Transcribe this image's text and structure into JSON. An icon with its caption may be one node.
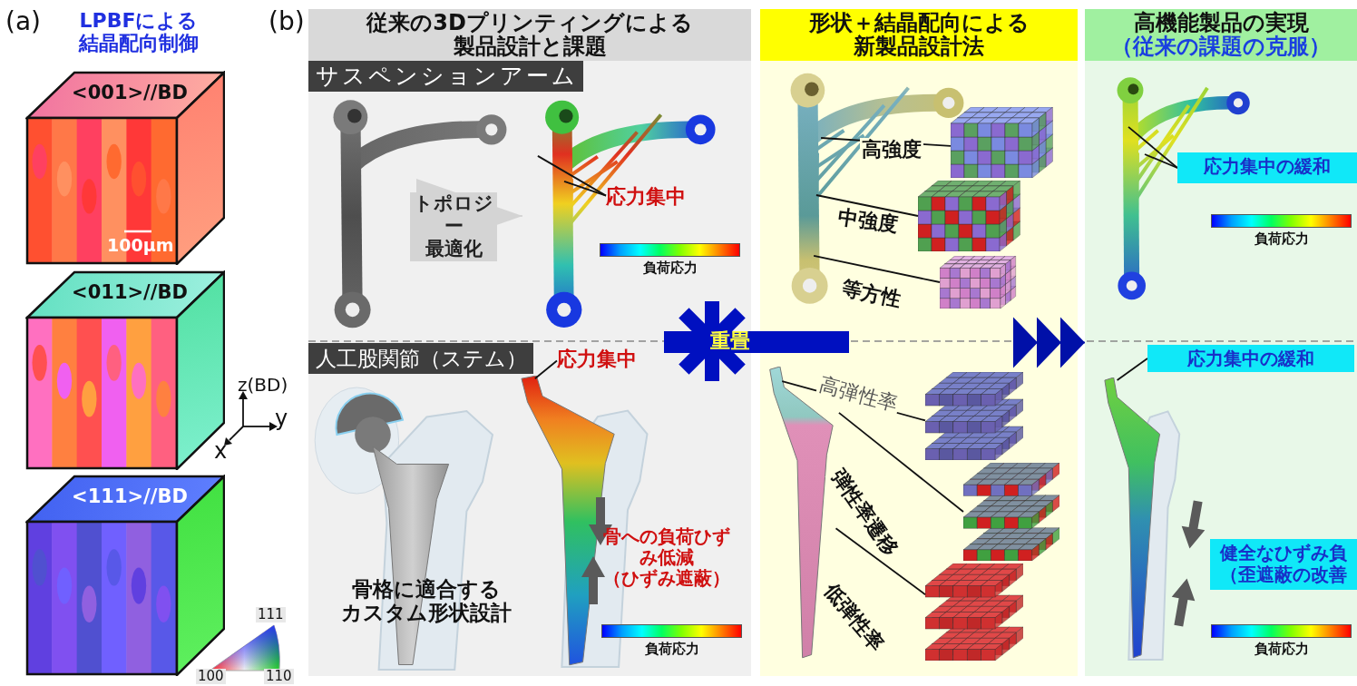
{
  "diagram": {
    "nodes": [
      {
        "text": [
          "<001>//BD"
        ]
      },
      {
        "text": [
          "<011>//BD"
        ]
      },
      {
        "text": [
          "<111>//BD"
        ]
      },
      {
        "text": [
          "従来の3Dプリンティングによる製品設計と課題"
        ]
      },
      {
        "text": [
          "サスペンションアーム"
        ],
        "in": 3
      },
      {
        "text": [],
        "shape": "picture",
        "in": 3
      },
      {
        "text": [],
        "shape": "picture",
        "in": 3
      },
      {
        "text": [
          "応力集中"
        ],
        "in": 6
      },
      {
        "text": [
          "負荷応力"
        ],
        "in": 6
      },
      {
        "text": [
          "人工股関節（ステム）"
        ],
        "in": 3
      },
      {
        "text": [],
        "shape": "picture",
        "in": 3
      },
      {
        "text": [],
        "shape": "picture",
        "in": 3
      },
      {
        "text": [
          "応力集中"
        ],
        "in": 3
      },
      {
        "text": [
          "負荷応力"
        ],
        "in": 3
      },
      {
        "text": [
          "重畳"
        ]
      },
      {
        "text": [
          "形状＋結晶配向による新製品設計法"
        ]
      },
      {
        "text": [],
        "shape": "picture",
        "in": 15
      },
      {
        "text": [],
        "shape": "picture",
        "in": 15
      },
      {
        "text": [],
        "shape": "picture",
        "in": 15
      },
      {
        "text": [],
        "shape": "picture",
        "in": 15
      },
      {
        "text": [],
        "shape": "picture",
        "in": 15
      },
      {
        "text": [],
        "shape": "picture",
        "in": 15
      },
      {
        "text": [],
        "shape": "picture",
        "in": 15
      },
      {
        "text": [],
        "shape": "picture",
        "in": 15
      },
      {
        "text": [
          "高機能製品の実現",
          "（従来の課題の克服）"
        ]
      },
      {
        "text": [],
        "shape": "picture",
        "in": 24
      },
      {
        "text": [
          "応力集中の緩和"
        ],
        "in": 24
      },
      {
        "text": [
          "負荷応力"
        ],
        "in": 24
      },
      {
        "text": [],
        "shape": "picture",
        "in": 24
      },
      {
        "text": [
          "応力集中の緩和"
        ],
        "in": 24
      },
      {
        "text": [
          "健全なひずみ負（歪遮蔽の改善"
        ],
        "in": 24
      },
      {
        "text": [
          "負荷応力"
        ],
        "in": 24
      }
    ],
    "edges": [
      {
        "from": 7,
        "to": 6,
        "arrow": "none"
      },
      {
        "from": 7,
        "to": 6,
        "arrow": "none"
      },
      {
        "from": 12,
        "to": 11,
        "arrow": "none"
      },
      {
        "from": 16,
        "to": 17,
        "arrow": "none",
        "label": "高強度"
      },
      {
        "from": 16,
        "to": 18,
        "arrow": "none",
        "label": "中強度"
      },
      {
        "from": 16,
        "to": 19,
        "arrow": "none",
        "label": "等方性"
      },
      {
        "from": 20,
        "to": 21,
        "arrow": "none",
        "label": "高弾性率"
      },
      {
        "from": 20,
        "to": 22,
        "arrow": "none",
        "label": "弾性率遷移"
      },
      {
        "from": 20,
        "to": 23,
        "arrow": "none",
        "label": "低弾性率"
      },
      {
        "from": 15,
        "to": 24,
        "arrow": "to",
        "color": "#0010a8"
      },
      {
        "from": 26,
        "to": 25,
        "arrow": "none"
      },
      {
        "from": 26,
        "to": 25,
        "arrow": "none"
      },
      {
        "from": 29,
        "to": 28,
        "arrow": "none"
      },
      {
        "from": 5,
        "to": 6,
        "arrow": "to",
        "label": "トポロジー最適化",
        "color": "#d4d4d4"
      }
    ],
    "labels": [
      "(a)",
      "LPBFによる結晶配向制御",
      "100μm",
      "z(BD)",
      "y",
      "x",
      "111",
      "100",
      "110",
      "(b)",
      "骨格に適合するカスタム形状設計",
      "骨への負荷ひずみ低減（ひずみ遮蔽）"
    ]
  }
}
